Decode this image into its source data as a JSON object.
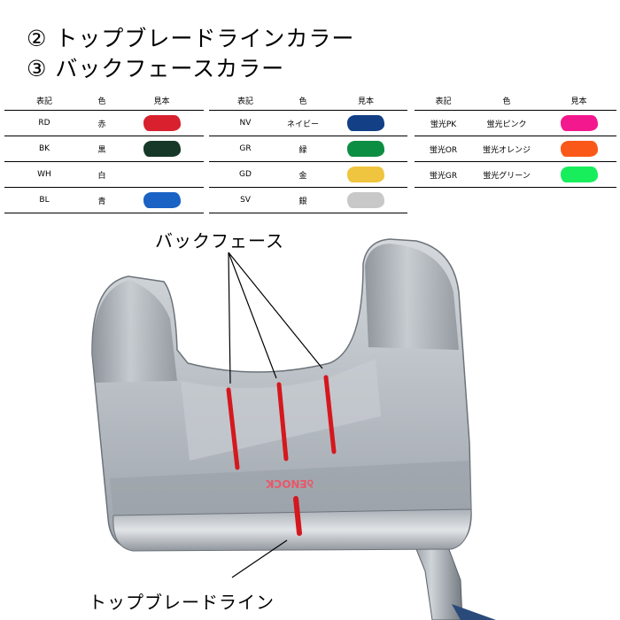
{
  "headings": [
    "② トップブレードラインカラー",
    "③ バックフェースカラー"
  ],
  "table_headers": {
    "code": "表記",
    "color": "色",
    "sample": "見本"
  },
  "tables": [
    [
      {
        "code": "RD",
        "name": "赤",
        "swatch": "#d8202e"
      },
      {
        "code": "BK",
        "name": "黒",
        "swatch": "#163828"
      },
      {
        "code": "WH",
        "name": "白",
        "swatch": ""
      },
      {
        "code": "BL",
        "name": "青",
        "swatch": "#1a62c4"
      }
    ],
    [
      {
        "code": "NV",
        "name": "ネイビー",
        "swatch": "#123f86"
      },
      {
        "code": "GR",
        "name": "緑",
        "swatch": "#0c8e42"
      },
      {
        "code": "GD",
        "name": "金",
        "swatch": "#efc43e"
      },
      {
        "code": "SV",
        "name": "銀",
        "swatch": "#c8c8c8"
      }
    ],
    [
      {
        "code": "蛍光PK",
        "name": "蛍光ピンク",
        "swatch": "#f4188e"
      },
      {
        "code": "蛍光OR",
        "name": "蛍光オレンジ",
        "swatch": "#fa5818"
      },
      {
        "code": "蛍光GR",
        "name": "蛍光グリーン",
        "swatch": "#18ee5c"
      }
    ]
  ],
  "labels": {
    "back_face": "バックフェース",
    "top_blade_line": "トップブレードライン"
  },
  "putter": {
    "engraving": "ꝺENOCK",
    "line_color": "#d4181e"
  }
}
